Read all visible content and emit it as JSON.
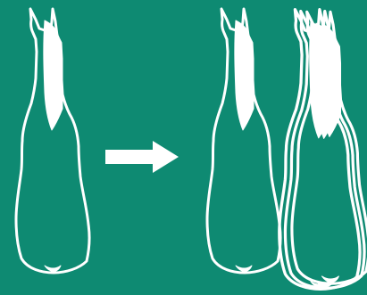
{
  "colors": {
    "background": "#0e8a72",
    "stroke": "#ffffff",
    "fill": "#ffffff"
  },
  "panels": [
    {
      "state": "before",
      "figure_count": 1
    },
    {
      "state": "after",
      "figure_count": 1
    },
    {
      "state": "after-with-outer-offset-outlines",
      "figure_count": 3
    }
  ],
  "connector": {
    "icon": "right-arrow-icon",
    "direction": "right"
  }
}
